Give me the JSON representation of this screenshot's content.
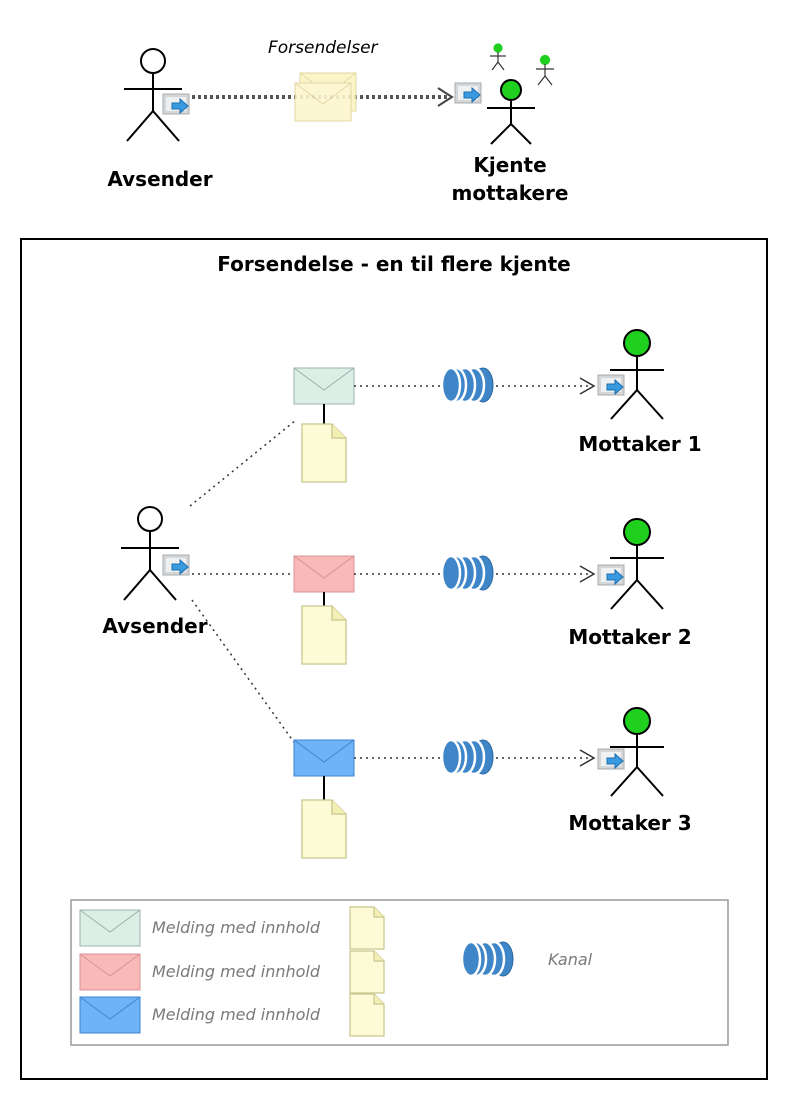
{
  "top": {
    "sender_label": "Avsender",
    "flow_label": "Forsendelser",
    "recipients_label": [
      "Kjente",
      "mottakere"
    ]
  },
  "frame": {
    "title": "Forsendelse - en til flere kjente",
    "sender_label": "Avsender",
    "recipients": [
      {
        "label": "Mottaker 1",
        "envelope_color": "#dcefe7"
      },
      {
        "label": "Mottaker 2",
        "envelope_color": "#f9b9b9"
      },
      {
        "label": "Mottaker 3",
        "envelope_color": "#6fb3f7"
      }
    ]
  },
  "legend": {
    "items": [
      {
        "label": "Melding med innhold",
        "color": "#dcefe7"
      },
      {
        "label": "Melding med innhold",
        "color": "#f9b9b9"
      },
      {
        "label": "Melding med innhold",
        "color": "#6fb3f7"
      }
    ],
    "channel_label": "Kanal"
  },
  "colors": {
    "actor_head_known": "#1fd01f",
    "channel": "#3f86c8",
    "document": "#fdfbd6"
  }
}
